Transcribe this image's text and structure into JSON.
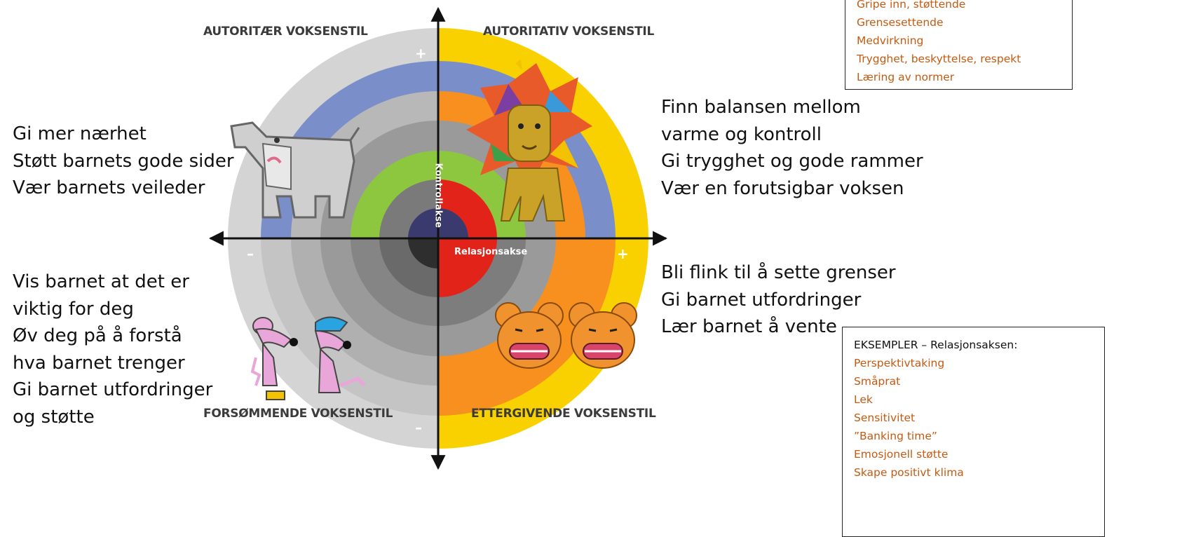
{
  "quadrants": {
    "top_left": "AUTORITÆR VOKSENSTIL",
    "top_right": "AUTORITATIV VOKSENSTIL",
    "bottom_left": "FORSØMMENDE VOKSENSTIL",
    "bottom_right": "ETTERGIVENDE VOKSENSTIL"
  },
  "axes": {
    "vertical_label": "Kontrollakse",
    "horizontal_label": "Relasjonsakse",
    "plus": "+",
    "minus": "–"
  },
  "advice": {
    "top_left": [
      "Gi mer nærhet",
      "Støtt barnets gode sider",
      "Vær barnets veileder"
    ],
    "top_right": [
      "Finn balansen mellom",
      "varme og kontroll",
      "Gi trygghet og gode rammer",
      "Vær en forutsigbar voksen"
    ],
    "bottom_left": [
      "Vis barnet at det er",
      "viktig for deg",
      "Øv deg på å forstå",
      "hva barnet trenger",
      "Gi barnet utfordringer",
      "og støtte"
    ],
    "bottom_right": [
      "Bli flink til å sette grenser",
      "Gi barnet utfordringer",
      "Lær barnet å vente"
    ]
  },
  "control_examples": {
    "items": [
      "Gripe inn, støttende",
      "Grensesettende",
      "Medvirkning",
      "Trygghet, beskyttelse, respekt",
      "Læring av  normer"
    ]
  },
  "relation_examples": {
    "title": "EKSEMPLER – Relasjonsaksen:",
    "items": [
      "Perspektivtaking",
      "Småprat",
      "Lek",
      "Sensitivitet",
      "”Banking time”",
      "Emosjonell støtte",
      "Skape positivt klima"
    ]
  },
  "colors": {
    "right_rings": [
      "#f9d100",
      "#7a8fc9",
      "#f7901e",
      "#9a9a9a",
      "#8dc63f",
      "#e2231a",
      "#3a3a6e"
    ],
    "left_rings": [
      "#d4d4d4",
      "#7a8fc9",
      "#b8b8b8",
      "#9a9a9a",
      "#8dc63f",
      "#7a7a7a",
      "#3a3a6e"
    ],
    "bottom_left_rings": [
      "#d4d4d4",
      "#c4c4c4",
      "#b0b0b0",
      "#9a9a9a",
      "#858585",
      "#6a6a6a",
      "#2e2e2e"
    ],
    "bottom_right_rings": [
      "#f9d100",
      "#f7901e",
      "#f7901e",
      "#9a9a9a",
      "#7d7d7d",
      "#e2231a",
      "#e2231a"
    ],
    "example_text": "#c55a11"
  }
}
